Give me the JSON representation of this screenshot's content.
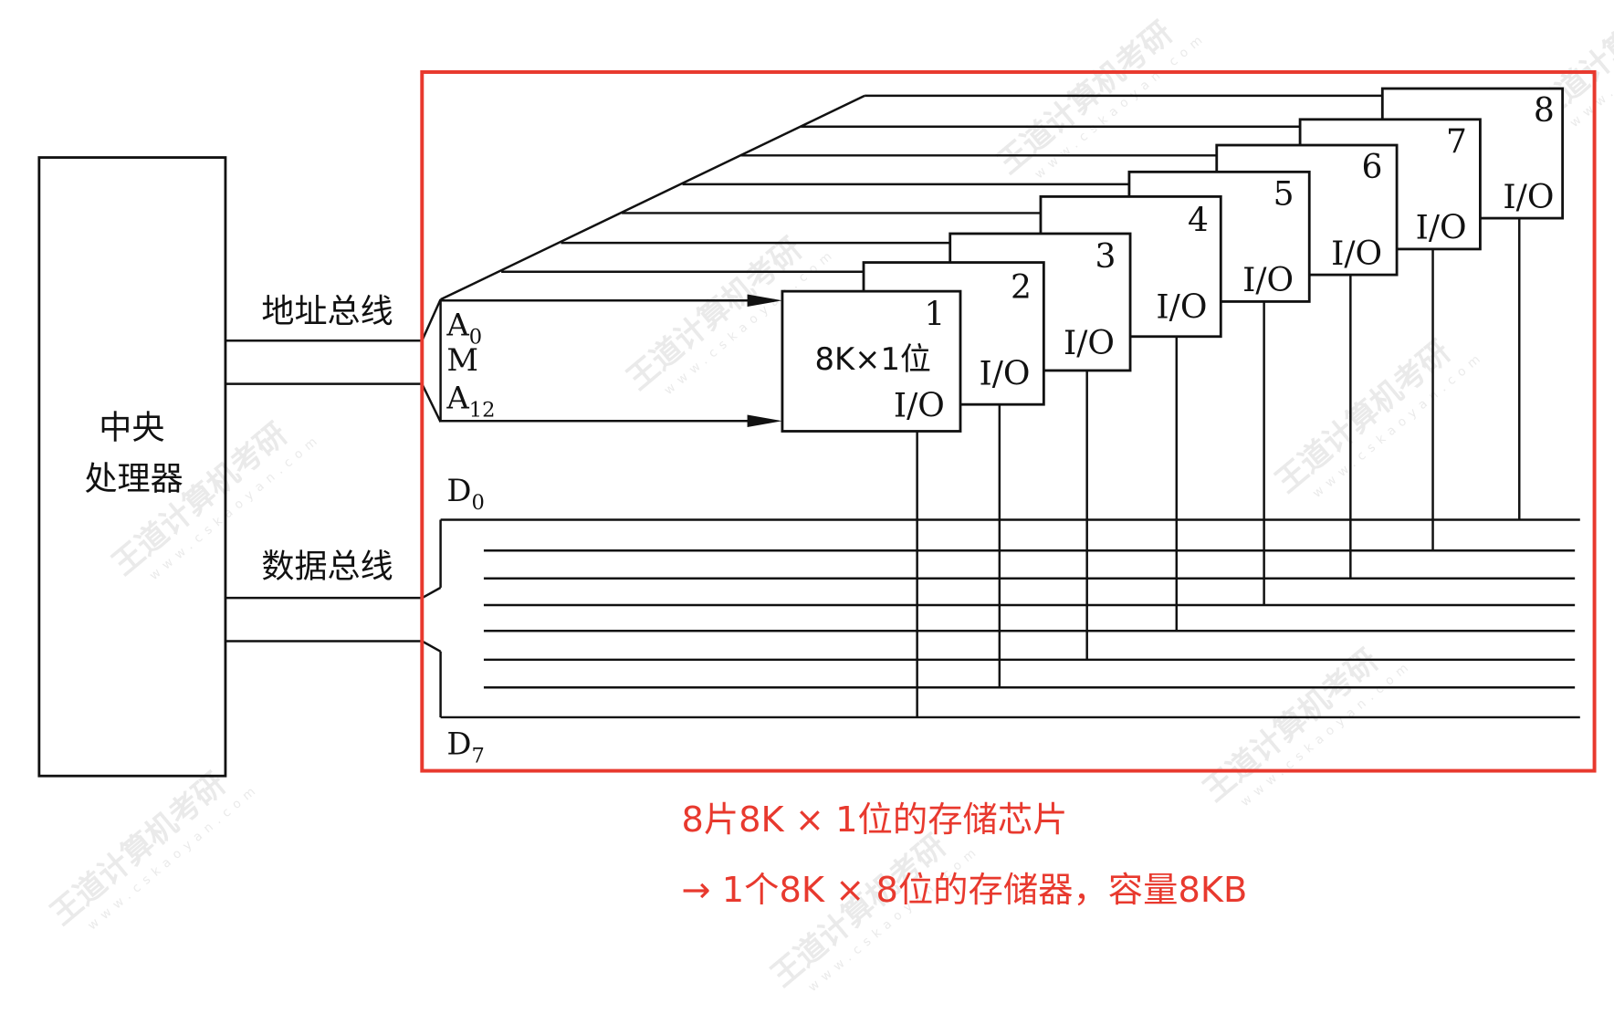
{
  "cpu": {
    "label_line1": "中央",
    "label_line2": "处理器"
  },
  "buses": {
    "address": "地址总线",
    "data": "数据总线"
  },
  "pins": {
    "a0": {
      "base": "A",
      "sub": "0"
    },
    "m": "M",
    "a12": {
      "base": "A",
      "sub": "12"
    },
    "d0": {
      "base": "D",
      "sub": "0"
    },
    "d7": {
      "base": "D",
      "sub": "7"
    }
  },
  "chips": [
    {
      "number": "1",
      "spec": "8K×1位",
      "io": "I/O"
    },
    {
      "number": "2",
      "io": "I/O"
    },
    {
      "number": "3",
      "io": "I/O"
    },
    {
      "number": "4",
      "io": "I/O"
    },
    {
      "number": "5",
      "io": "I/O"
    },
    {
      "number": "6",
      "io": "I/O"
    },
    {
      "number": "7",
      "io": "I/O"
    },
    {
      "number": "8",
      "io": "I/O"
    }
  ],
  "annotation": {
    "line1": "8片8K × 1位的存储芯片",
    "line2": "→  1个8K × 8位的存储器，容量8KB",
    "color": "#e8392e"
  },
  "watermark": {
    "text": "王道计算机考研",
    "url": "www.cskaoyan.com"
  }
}
